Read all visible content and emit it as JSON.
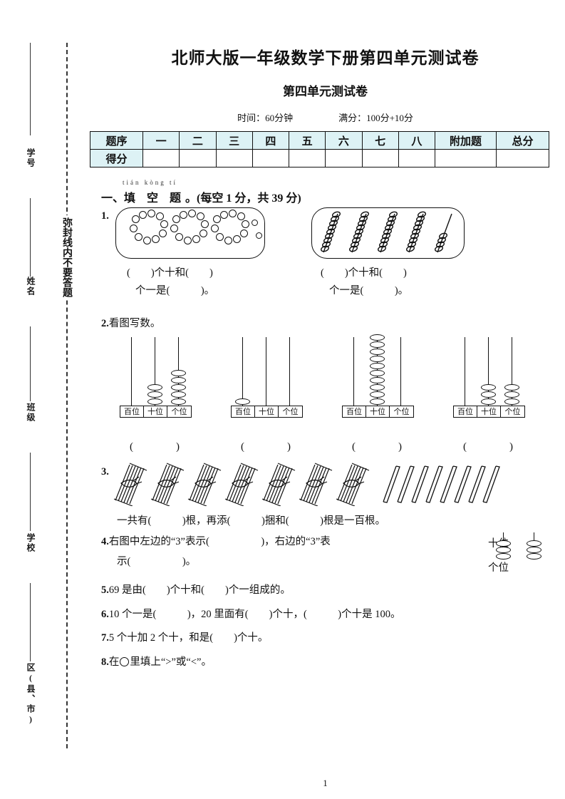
{
  "margin": {
    "labels": [
      {
        "text": "学号"
      },
      {
        "text": "姓名"
      },
      {
        "text": "班级"
      },
      {
        "text": "学校"
      },
      {
        "text": "区(县、市)"
      }
    ],
    "seal_text": "弥封线内不要答题"
  },
  "header": {
    "title": "北师大版一年级数学下册第四单元测试卷",
    "subtitle": "第四单元测试卷",
    "time": "时间：60分钟",
    "full_score": "满分：100分+10分"
  },
  "score_table": {
    "row_label_1": "题序",
    "row_label_2": "得分",
    "columns": [
      "一",
      "二",
      "三",
      "四",
      "五",
      "六",
      "七",
      "八",
      "附加题",
      "总分"
    ],
    "values": [
      "",
      "",
      "",
      "",
      "",
      "",
      "",
      "",
      "",
      ""
    ],
    "header_bg": "#ddf2f5"
  },
  "section_one": {
    "pinyin": "tián kòng tí",
    "number": "一、",
    "title": "填 空 题",
    "scoring": "。(每空 1 分，共 39 分)"
  },
  "questions": {
    "q1": {
      "num": "1.",
      "left_line1": "(　　)个十和(　　)",
      "left_line2": "个一是(　　　)。",
      "right_line1": "(　　)个十和(　　)",
      "right_line2": "个一是(　　　)。"
    },
    "q2": {
      "num": "2.",
      "text": "看图写数。",
      "place_labels": [
        "百位",
        "十位",
        "个位"
      ],
      "place_labels_2col": [
        "十位",
        "个位"
      ],
      "answer_paren": "(　　　　)",
      "abacus": [
        {
          "hundreds": 0,
          "tens": 3,
          "ones": 5
        },
        {
          "hundreds": 1,
          "tens": 0,
          "ones": 0
        },
        {
          "hundreds": 0,
          "tens": 10,
          "ones": 0
        },
        {
          "hundreds": 0,
          "tens": 3,
          "ones": 3
        }
      ]
    },
    "q3": {
      "num": "3.",
      "bundles": 7,
      "loose_sticks": 8,
      "text": "一共有(　　　)根，再添(　　　)捆和(　　　)根是一百根。"
    },
    "q4": {
      "num": "4.",
      "line1": "右图中左边的“3”表示(　　　　　)，右边的“3”表",
      "line2": "示(　　　　　)。",
      "mini_abacus": {
        "tens": 3,
        "ones": 3
      }
    },
    "q5": {
      "num": "5.",
      "text": "69 是由(　　)个十和(　　)个一组成的。"
    },
    "q6": {
      "num": "6.",
      "text": "10 个一是(　　　)，20 里面有(　　)个十，(　　　)个十是 100。"
    },
    "q7": {
      "num": "7.",
      "text": "5 个十加 2 个十，和是(　　)个十。"
    },
    "q8": {
      "num": "8.",
      "text_before": "在",
      "text_after": "里填上“>”或“<”。"
    }
  },
  "footer": {
    "page_number": "1"
  }
}
